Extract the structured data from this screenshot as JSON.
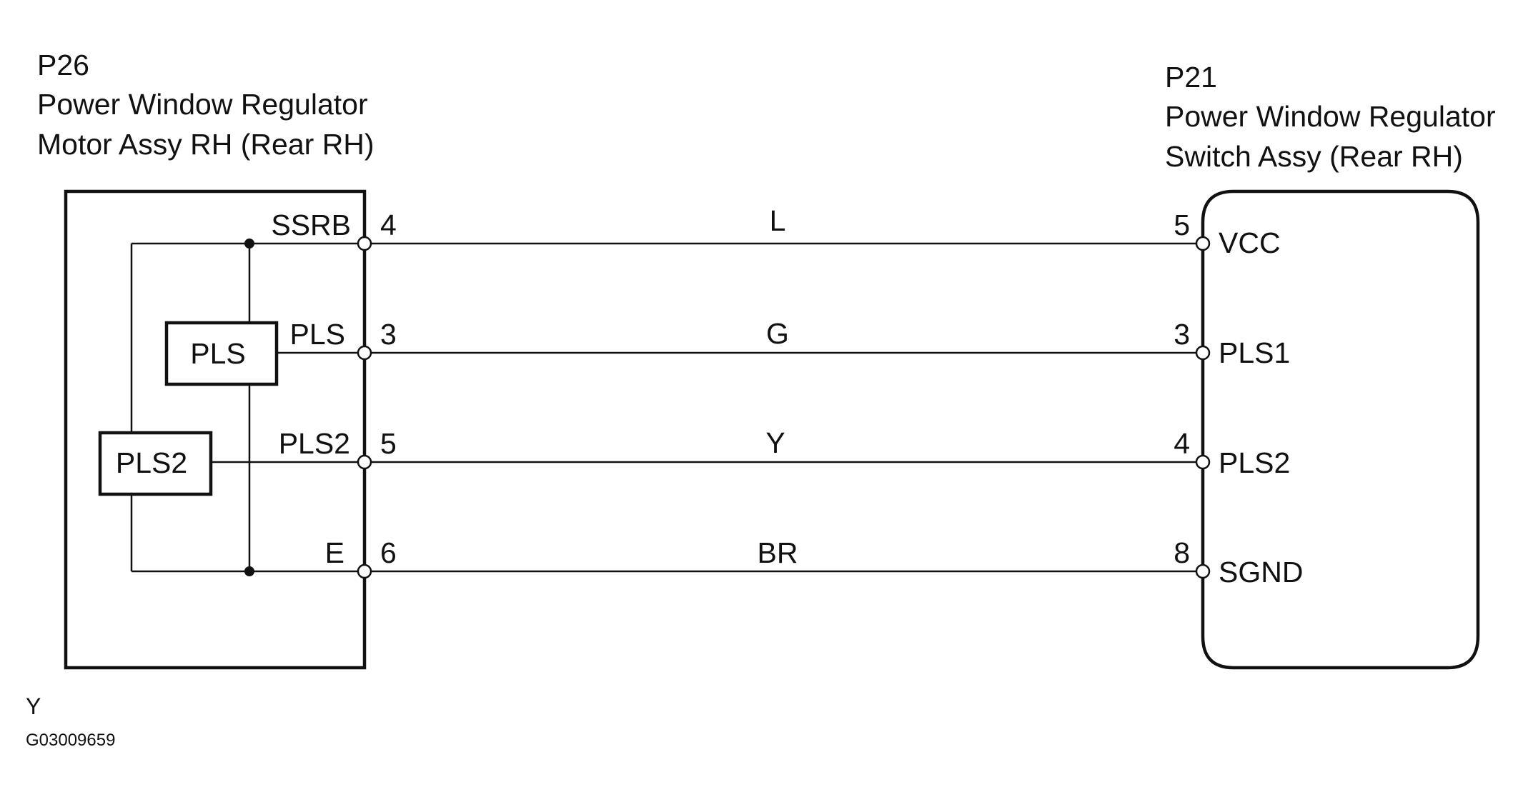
{
  "left_connector": {
    "code": "P26",
    "name_line1": "Power Window Regulator",
    "name_line2": "Motor Assy RH (Rear RH)"
  },
  "right_connector": {
    "code": "P21",
    "name_line1": "Power Window Regulator",
    "name_line2": "Switch Assy (Rear RH)"
  },
  "sensors": {
    "pls": "PLS",
    "pls2": "PLS2"
  },
  "wires": [
    {
      "left_terminal": "SSRB",
      "left_pin": "4",
      "color": "L",
      "right_pin": "5",
      "right_terminal": "VCC"
    },
    {
      "left_terminal": "PLS",
      "left_pin": "3",
      "color": "G",
      "right_pin": "3",
      "right_terminal": "PLS1"
    },
    {
      "left_terminal": "PLS2",
      "left_pin": "5",
      "color": "Y",
      "right_pin": "4",
      "right_terminal": "PLS2"
    },
    {
      "left_terminal": "E",
      "left_pin": "6",
      "color": "BR",
      "right_pin": "8",
      "right_terminal": "SGND"
    }
  ],
  "footer": {
    "letter": "Y",
    "code": "G03009659"
  }
}
